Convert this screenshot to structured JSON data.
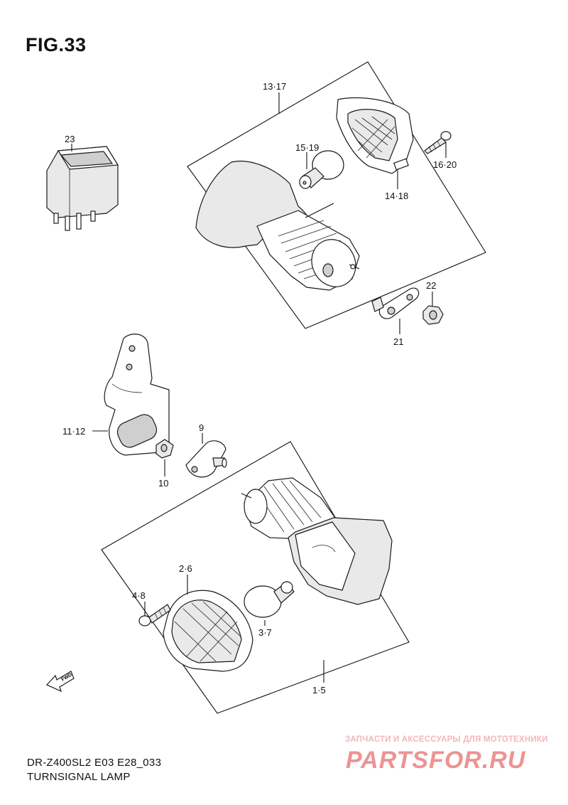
{
  "figure": {
    "title": "FIG.33",
    "model_code": "DR-Z400SL2 E03 E28_033",
    "section_name": "TURNSIGNAL LAMP"
  },
  "callouts": {
    "c23": "23",
    "c13_17": "13·17",
    "c15_19": "15·19",
    "c16_20": "16·20",
    "c14_18": "14·18",
    "c22": "22",
    "c21": "21",
    "c11_12": "11·12",
    "c9": "9",
    "c10": "10",
    "c2_6": "2·6",
    "c4_8": "4·8",
    "c3_7": "3·7",
    "c1_5": "1·5"
  },
  "direction_arrow": {
    "label": "FWD"
  },
  "watermark": {
    "tagline": "ЗАПЧАСТИ И АКСЕССУАРЫ ДЛЯ МОТОТЕХНИКИ",
    "brand": "PARTSFOR.RU",
    "color": "#e03c3c"
  }
}
